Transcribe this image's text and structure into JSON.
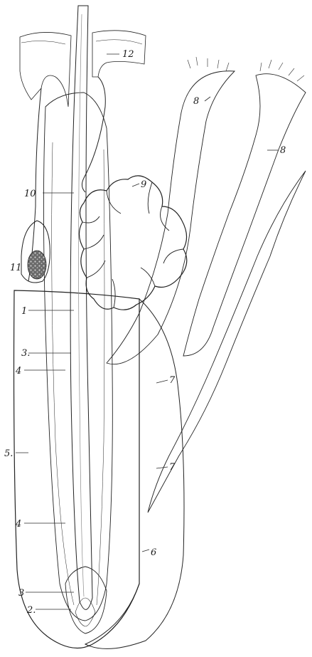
{
  "labels": {
    "l1": "1",
    "l2": "2.",
    "l3a": "3.",
    "l3b": "3",
    "l4a": "4",
    "l4b": "4",
    "l5": "5.",
    "l6": "6",
    "l7a": "7",
    "l7b": "7",
    "l8a": "8",
    "l8b": "8",
    "l9": "9",
    "l10": "10",
    "l11": "11",
    "l12": "12"
  },
  "colors": {
    "ink": "#222222",
    "paper": "#ffffff",
    "shade": "#555555",
    "dark_gland": "#3a3a3a"
  }
}
